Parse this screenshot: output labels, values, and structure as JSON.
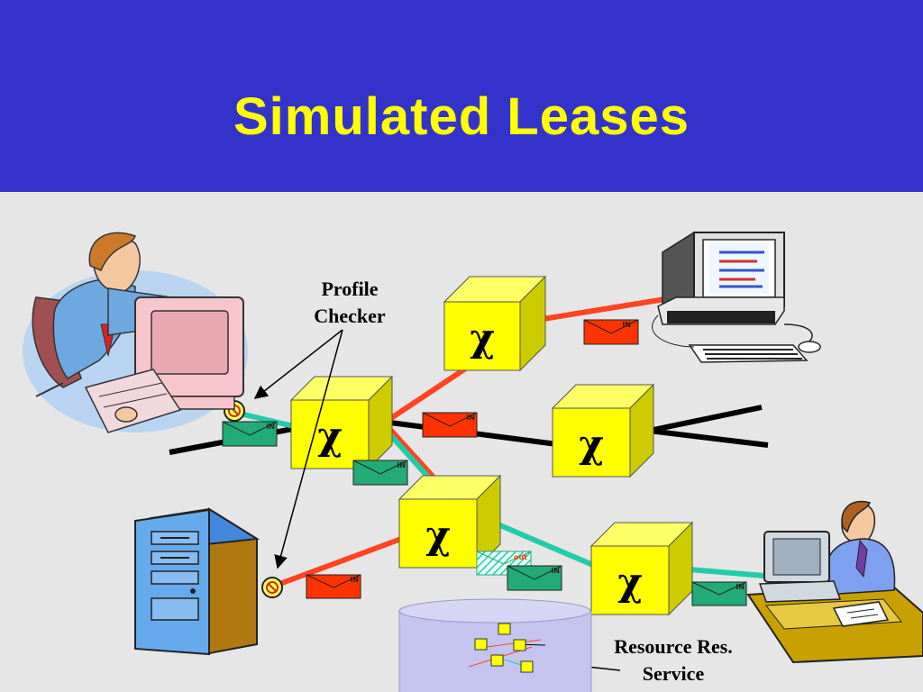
{
  "title": "Simulated Leases",
  "labels": {
    "profile_checker": "Profile Checker",
    "resource_service": "Resource Res. Service"
  },
  "node_symbol": "χ",
  "envelope_in": "IN",
  "envelope_out": "out",
  "colors": {
    "header_bg": "#3333cc",
    "title": "#ffff00",
    "background": "#e6e6e6",
    "cube": "#ffff00",
    "link_red": "#ff4422",
    "link_teal": "#22ccaa",
    "link_black": "#000000",
    "envelope_red": "#ff3300",
    "envelope_green": "#22aa77"
  },
  "icons": [
    "businessman-at-computer-icon",
    "desktop-computer-icon",
    "server-tower-icon",
    "worker-at-desk-icon",
    "database-cylinder-icon",
    "no-entry-icon"
  ]
}
